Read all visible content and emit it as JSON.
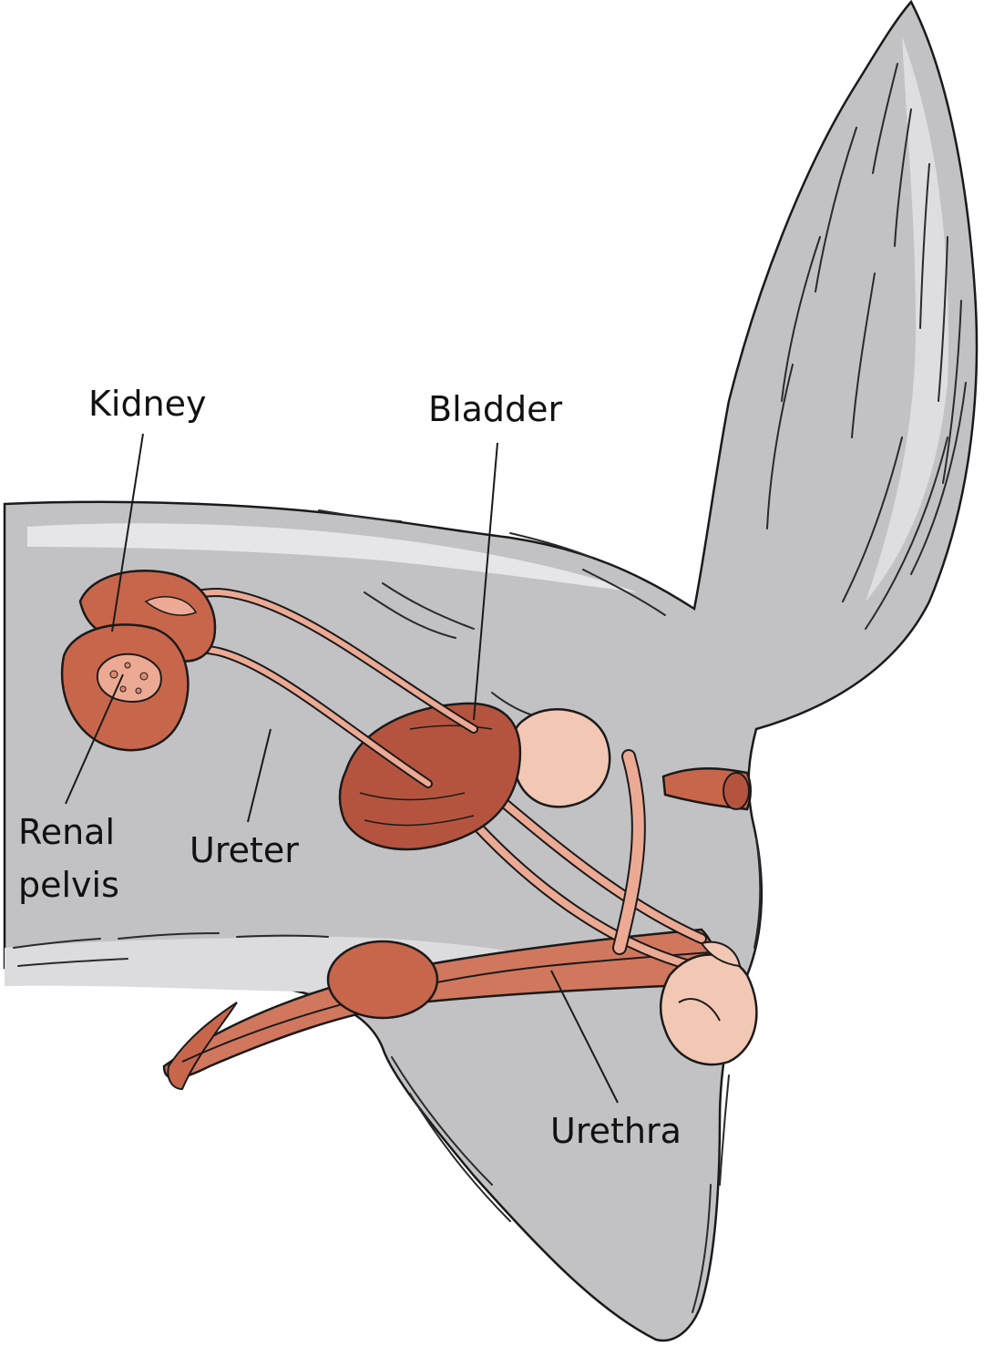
{
  "labels": {
    "kidney": "Kidney",
    "bladder": "Bladder",
    "renal_pelvis_line1": "Renal",
    "renal_pelvis_line2": "pelvis",
    "ureter": "Ureter",
    "urethra": "Urethra"
  },
  "colors": {
    "body_fill": "#c2c2c4",
    "body_highlight": "#e2e2e4",
    "outline": "#1a1a1a",
    "organ_dark": "#b5543e",
    "organ_mid": "#c8664c",
    "duct_light": "#ecaa94",
    "testis_light": "#f2c7b4"
  }
}
